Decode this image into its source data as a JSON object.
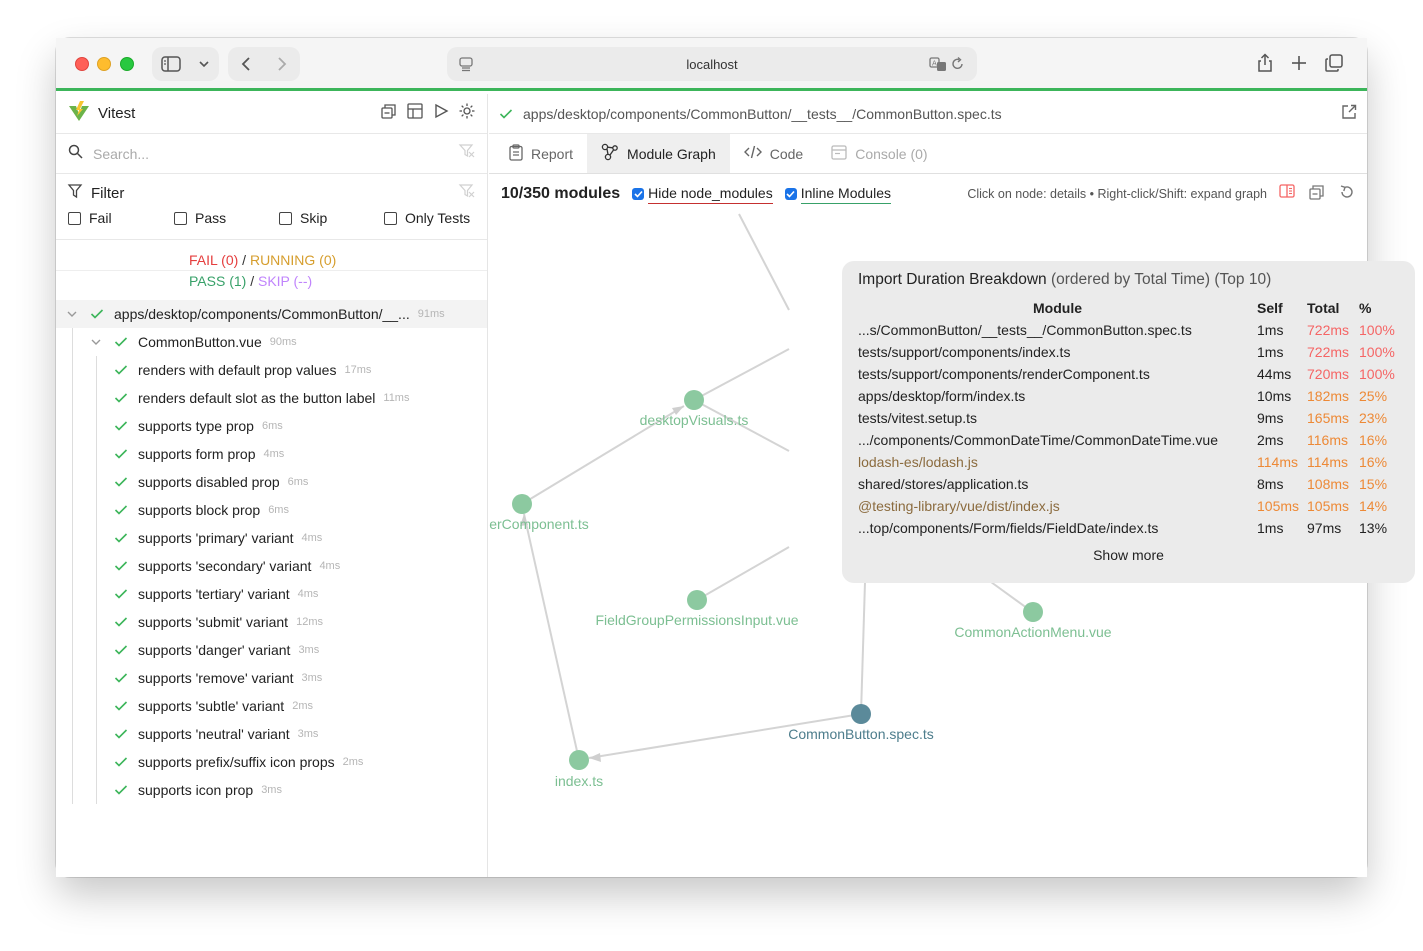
{
  "browser": {
    "url": "localhost"
  },
  "sidebar": {
    "app_name": "Vitest",
    "search_placeholder": "Search...",
    "filter_title": "Filter",
    "filters": [
      "Fail",
      "Pass",
      "Skip",
      "Only Tests"
    ],
    "summary": {
      "fail": "FAIL (0)",
      "running": "RUNNING (0)",
      "pass": "PASS (1)",
      "skip": "SKIP (--)",
      "separator": "/"
    },
    "file": {
      "name": "apps/desktop/components/CommonButton/__...",
      "duration": "91ms"
    },
    "suite": {
      "name": "CommonButton.vue",
      "duration": "90ms"
    },
    "tests": [
      {
        "name": "renders with default prop values",
        "duration": "17ms"
      },
      {
        "name": "renders default slot as the button label",
        "duration": "11ms"
      },
      {
        "name": "supports type prop",
        "duration": "6ms"
      },
      {
        "name": "supports form prop",
        "duration": "4ms"
      },
      {
        "name": "supports disabled prop",
        "duration": "6ms"
      },
      {
        "name": "supports block prop",
        "duration": "6ms"
      },
      {
        "name": "supports 'primary' variant",
        "duration": "4ms"
      },
      {
        "name": "supports 'secondary' variant",
        "duration": "4ms"
      },
      {
        "name": "supports 'tertiary' variant",
        "duration": "4ms"
      },
      {
        "name": "supports 'submit' variant",
        "duration": "12ms"
      },
      {
        "name": "supports 'danger' variant",
        "duration": "3ms"
      },
      {
        "name": "supports 'remove' variant",
        "duration": "3ms"
      },
      {
        "name": "supports 'subtle' variant",
        "duration": "2ms"
      },
      {
        "name": "supports 'neutral' variant",
        "duration": "3ms"
      },
      {
        "name": "supports prefix/suffix icon props",
        "duration": "2ms"
      },
      {
        "name": "supports icon prop",
        "duration": "3ms"
      }
    ]
  },
  "main": {
    "path": "apps/desktop/components/CommonButton/__tests__/CommonButton.spec.ts",
    "tabs": [
      {
        "label": "Report",
        "state": "normal"
      },
      {
        "label": "Module Graph",
        "state": "active"
      },
      {
        "label": "Code",
        "state": "normal"
      },
      {
        "label": "Console (0)",
        "state": "disabled"
      }
    ],
    "graph": {
      "module_count": "10/350 modules",
      "hide_node_modules": "Hide node_modules",
      "inline_modules": "Inline Modules",
      "hint": "Click on node: details • Right-click/Shift: expand graph",
      "nodes": [
        {
          "id": "desktopVisuals",
          "label": "desktopVisuals.ts",
          "color": "#8cc9a0"
        },
        {
          "id": "renderComponent",
          "label": "erComponent.ts",
          "color": "#8cc9a0"
        },
        {
          "id": "fieldGroup",
          "label": "FieldGroupPermissionsInput.vue",
          "color": "#8cc9a0"
        },
        {
          "id": "actionMenu",
          "label": "CommonActionMenu.vue",
          "color": "#8cc9a0"
        },
        {
          "id": "spec",
          "label": "CommonButton.spec.ts",
          "color": "#5b8a9a"
        },
        {
          "id": "index",
          "label": "index.ts",
          "color": "#8cc9a0"
        }
      ]
    },
    "breakdown": {
      "title": "Import Duration Breakdown",
      "subtitle": "(ordered by Total Time) (Top 10)",
      "columns": [
        "Module",
        "Self",
        "Total",
        "%"
      ],
      "rows": [
        {
          "module": "...s/CommonButton/__tests__/CommonButton.spec.ts",
          "self": "1ms",
          "total": "722ms",
          "pct": "100%",
          "ext": false,
          "self_tone": "dark",
          "total_tone": "red",
          "pct_tone": "red"
        },
        {
          "module": "tests/support/components/index.ts",
          "self": "1ms",
          "total": "722ms",
          "pct": "100%",
          "ext": false,
          "self_tone": "dark",
          "total_tone": "red",
          "pct_tone": "red"
        },
        {
          "module": "tests/support/components/renderComponent.ts",
          "self": "44ms",
          "total": "720ms",
          "pct": "100%",
          "ext": false,
          "self_tone": "dark",
          "total_tone": "red",
          "pct_tone": "red"
        },
        {
          "module": "apps/desktop/form/index.ts",
          "self": "10ms",
          "total": "182ms",
          "pct": "25%",
          "ext": false,
          "self_tone": "dark",
          "total_tone": "orange",
          "pct_tone": "orange"
        },
        {
          "module": "tests/vitest.setup.ts",
          "self": "9ms",
          "total": "165ms",
          "pct": "23%",
          "ext": false,
          "self_tone": "dark",
          "total_tone": "orange",
          "pct_tone": "orange"
        },
        {
          "module": ".../components/CommonDateTime/CommonDateTime.vue",
          "self": "2ms",
          "total": "116ms",
          "pct": "16%",
          "ext": false,
          "self_tone": "dark",
          "total_tone": "orange",
          "pct_tone": "orange"
        },
        {
          "module": "lodash-es/lodash.js",
          "self": "114ms",
          "total": "114ms",
          "pct": "16%",
          "ext": true,
          "self_tone": "orange",
          "total_tone": "orange",
          "pct_tone": "orange"
        },
        {
          "module": "shared/stores/application.ts",
          "self": "8ms",
          "total": "108ms",
          "pct": "15%",
          "ext": false,
          "self_tone": "dark",
          "total_tone": "orange",
          "pct_tone": "orange"
        },
        {
          "module": "@testing-library/vue/dist/index.js",
          "self": "105ms",
          "total": "105ms",
          "pct": "14%",
          "ext": true,
          "self_tone": "orange",
          "total_tone": "orange",
          "pct_tone": "orange"
        },
        {
          "module": "...top/components/Form/fields/FieldDate/index.ts",
          "self": "1ms",
          "total": "97ms",
          "pct": "13%",
          "ext": false,
          "self_tone": "dark",
          "total_tone": "dark",
          "pct_tone": "dark"
        }
      ],
      "show_more": "Show more"
    }
  },
  "colors": {
    "accent_green": "#3cb55a",
    "fail": "#e53e3e",
    "running": "#d69e2e",
    "skip": "#c084fc"
  }
}
